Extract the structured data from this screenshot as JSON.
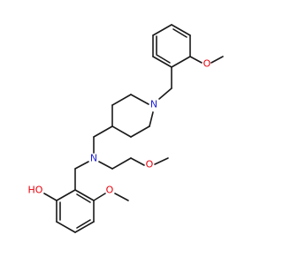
{
  "molecule": {
    "atoms": {
      "ome_top_O": "O",
      "ring_N": "N",
      "amine_N": "N",
      "chain_O": "O",
      "phenol_O": "HO",
      "ome_bottom_O": "O"
    },
    "colors": {
      "bond": "#1a1a1a",
      "oxygen": "#e8000b",
      "nitrogen": "#1f23d6"
    }
  }
}
